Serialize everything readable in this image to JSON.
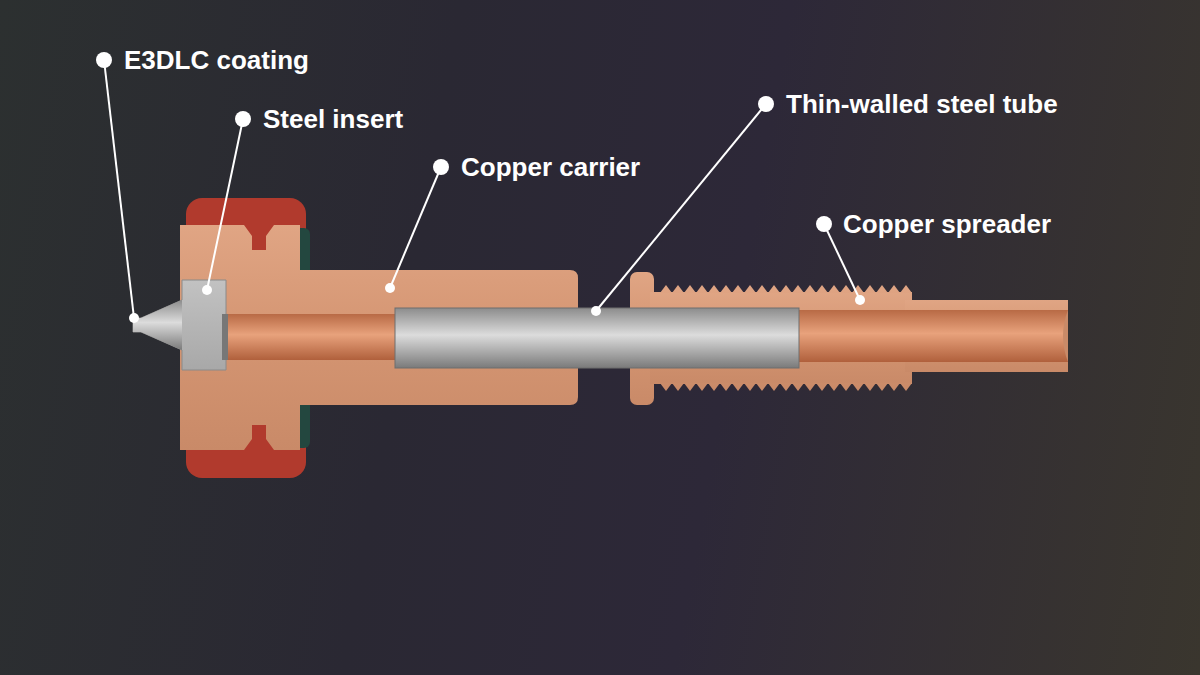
{
  "diagram": {
    "labels": [
      "E3DLC coating",
      "Steel insert",
      "Copper carrier",
      "Thin-walled steel tube",
      "Copper spreader"
    ]
  }
}
